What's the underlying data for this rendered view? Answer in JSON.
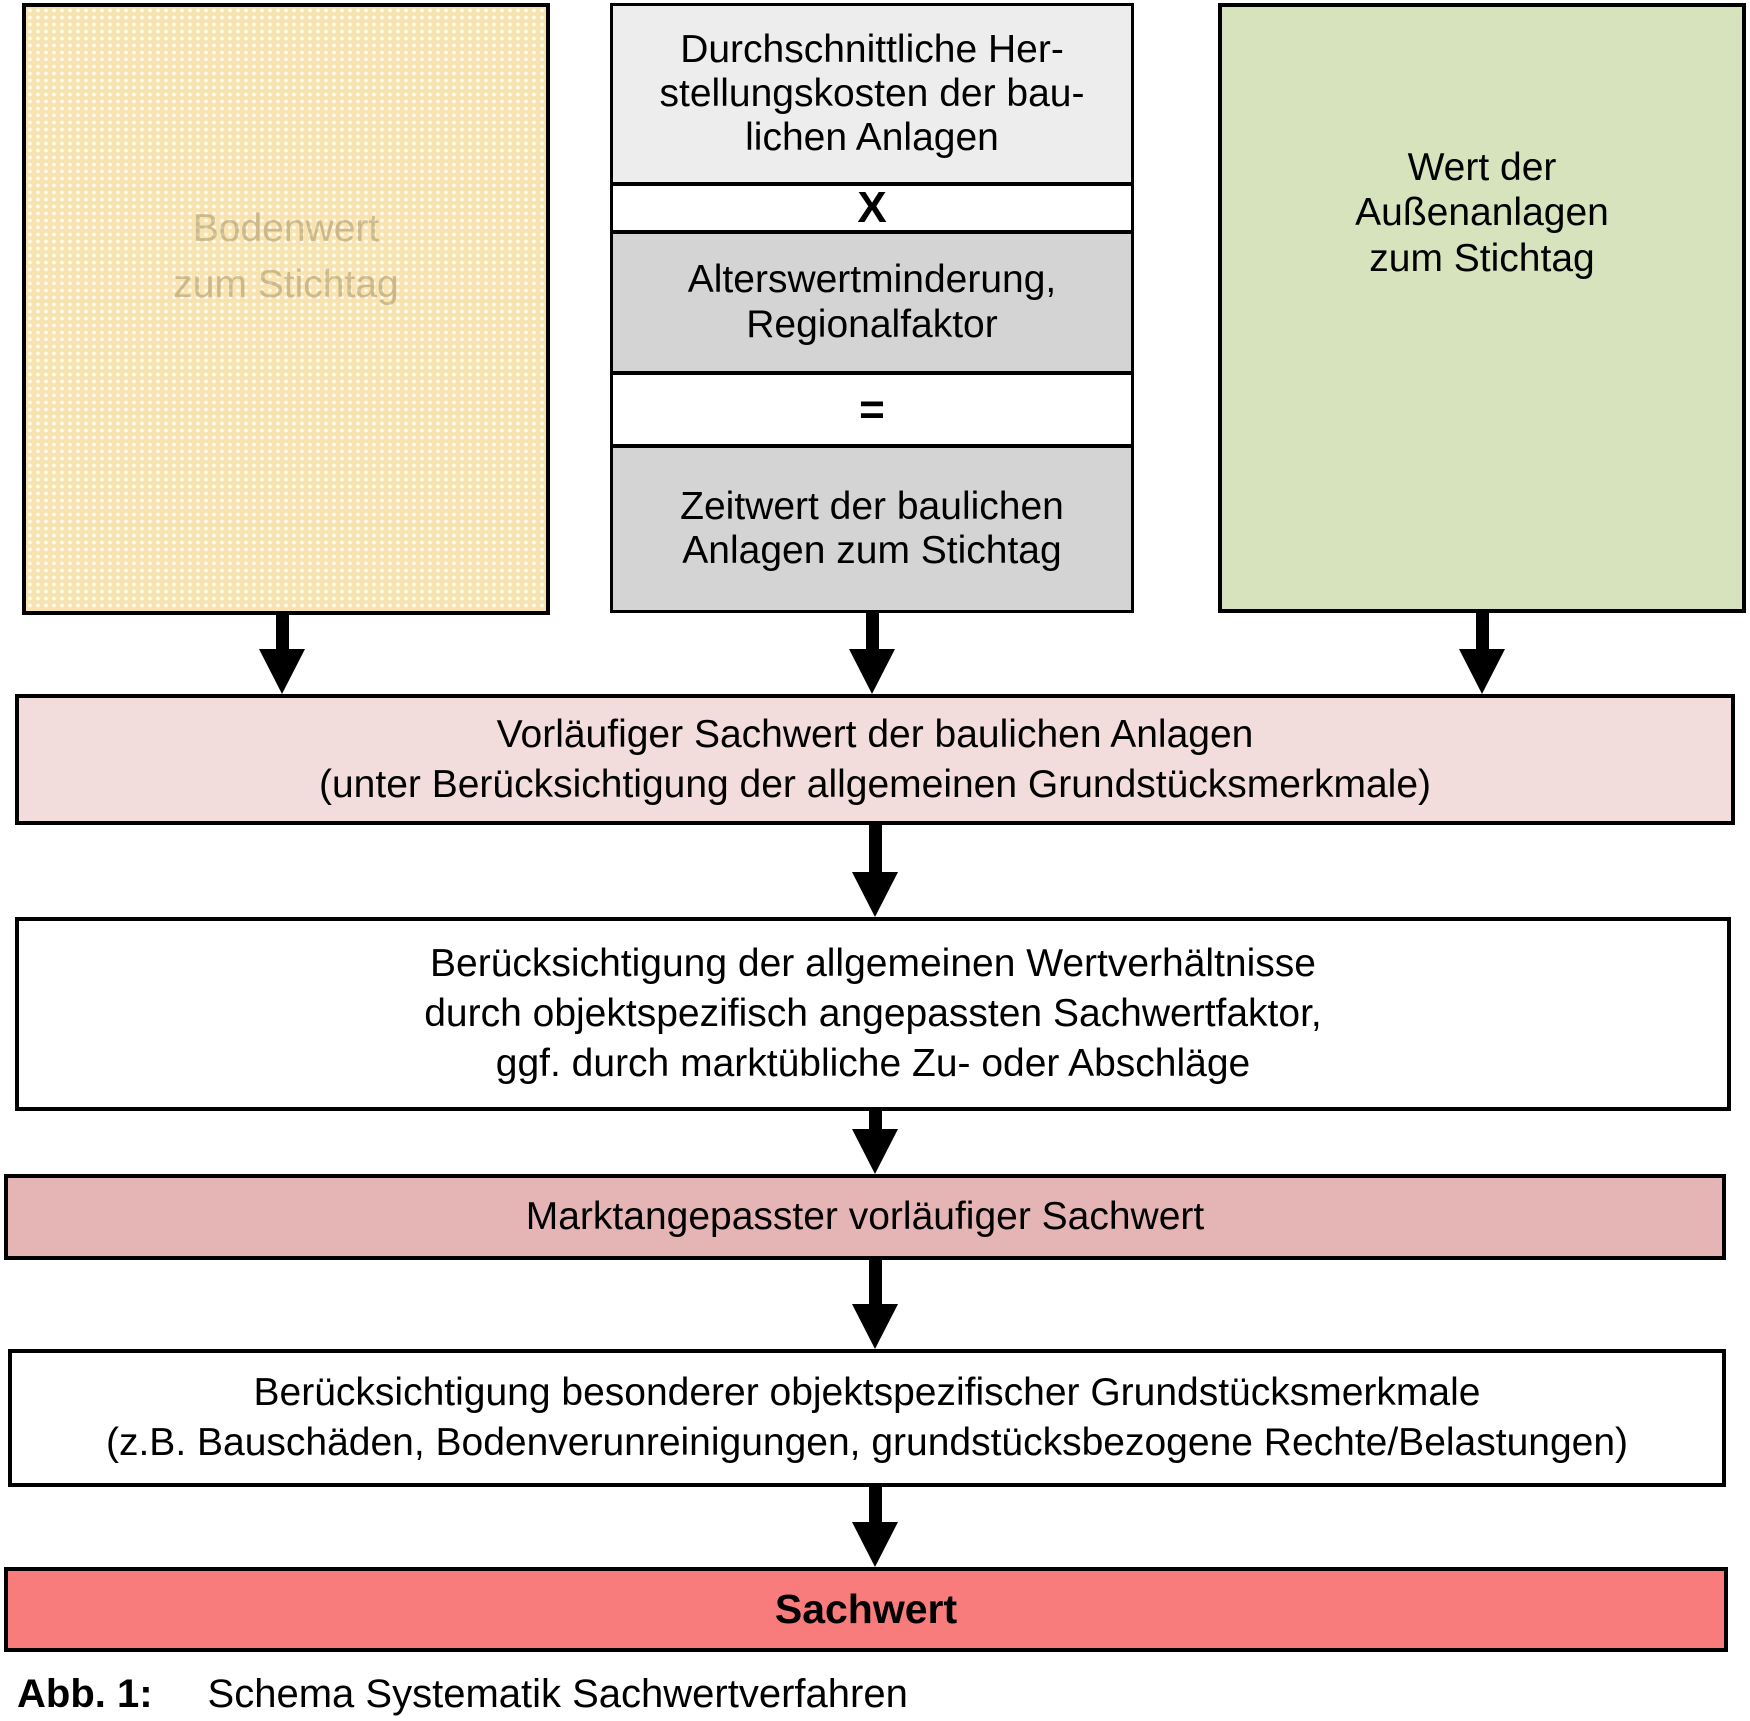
{
  "colors": {
    "bodenwert_fill": "#f7e3b2",
    "stack_light_gray": "#ededed",
    "stack_gray": "#d4d4d4",
    "stack_white": "#ffffff",
    "aussenanlagen_fill": "#d6e3bc",
    "vorlaeufig_fill": "#f2dcdc",
    "marktangepasst_fill": "#e5b4b5",
    "sachwert_fill": "#f87c7c",
    "border": "#000000"
  },
  "top_row": {
    "bodenwert_box": {
      "lines": [
        "Bodenwert",
        "zum Stichtag"
      ]
    },
    "kosten_stack": {
      "herstellungskosten": {
        "lines": [
          "Durchschnittliche Her-",
          "stellungskosten der bau-",
          "lichen Anlagen"
        ]
      },
      "multiply": "X",
      "alterswertminderung": {
        "lines": [
          "Alterswertminderung,",
          "Regionalfaktor"
        ]
      },
      "equals": "=",
      "zeitwert": {
        "lines": [
          "Zeitwert der baulichen",
          "Anlagen zum Stichtag"
        ]
      }
    },
    "aussenanlagen_box": {
      "lines": [
        "Wert der",
        "Außenanlagen",
        "zum Stichtag"
      ]
    }
  },
  "flow": {
    "vorlaeufiger_sachwert": {
      "lines": [
        "Vorläufiger Sachwert der baulichen Anlagen",
        "(unter Berücksichtigung der allgemeinen Grundstücksmerkmale)"
      ]
    },
    "wertverhaeltnisse": {
      "lines": [
        "Berücksichtigung der allgemeinen Wertverhältnisse",
        "durch objektspezifisch angepassten Sachwertfaktor,",
        "ggf. durch marktübliche Zu- oder Abschläge"
      ]
    },
    "marktangepasster_sachwert": "Marktangepasster vorläufiger Sachwert",
    "besondere_merkmale": {
      "lines": [
        "Berücksichtigung besonderer objektspezifischer Grundstücksmerkmale",
        "(z.B. Bauschäden, Bodenverunreinigungen, grundstücksbezogene Rechte/Belastungen)"
      ]
    },
    "sachwert": "Sachwert"
  },
  "caption": {
    "label": "Abb. 1:",
    "text": "Schema Systematik Sachwertverfahren"
  }
}
